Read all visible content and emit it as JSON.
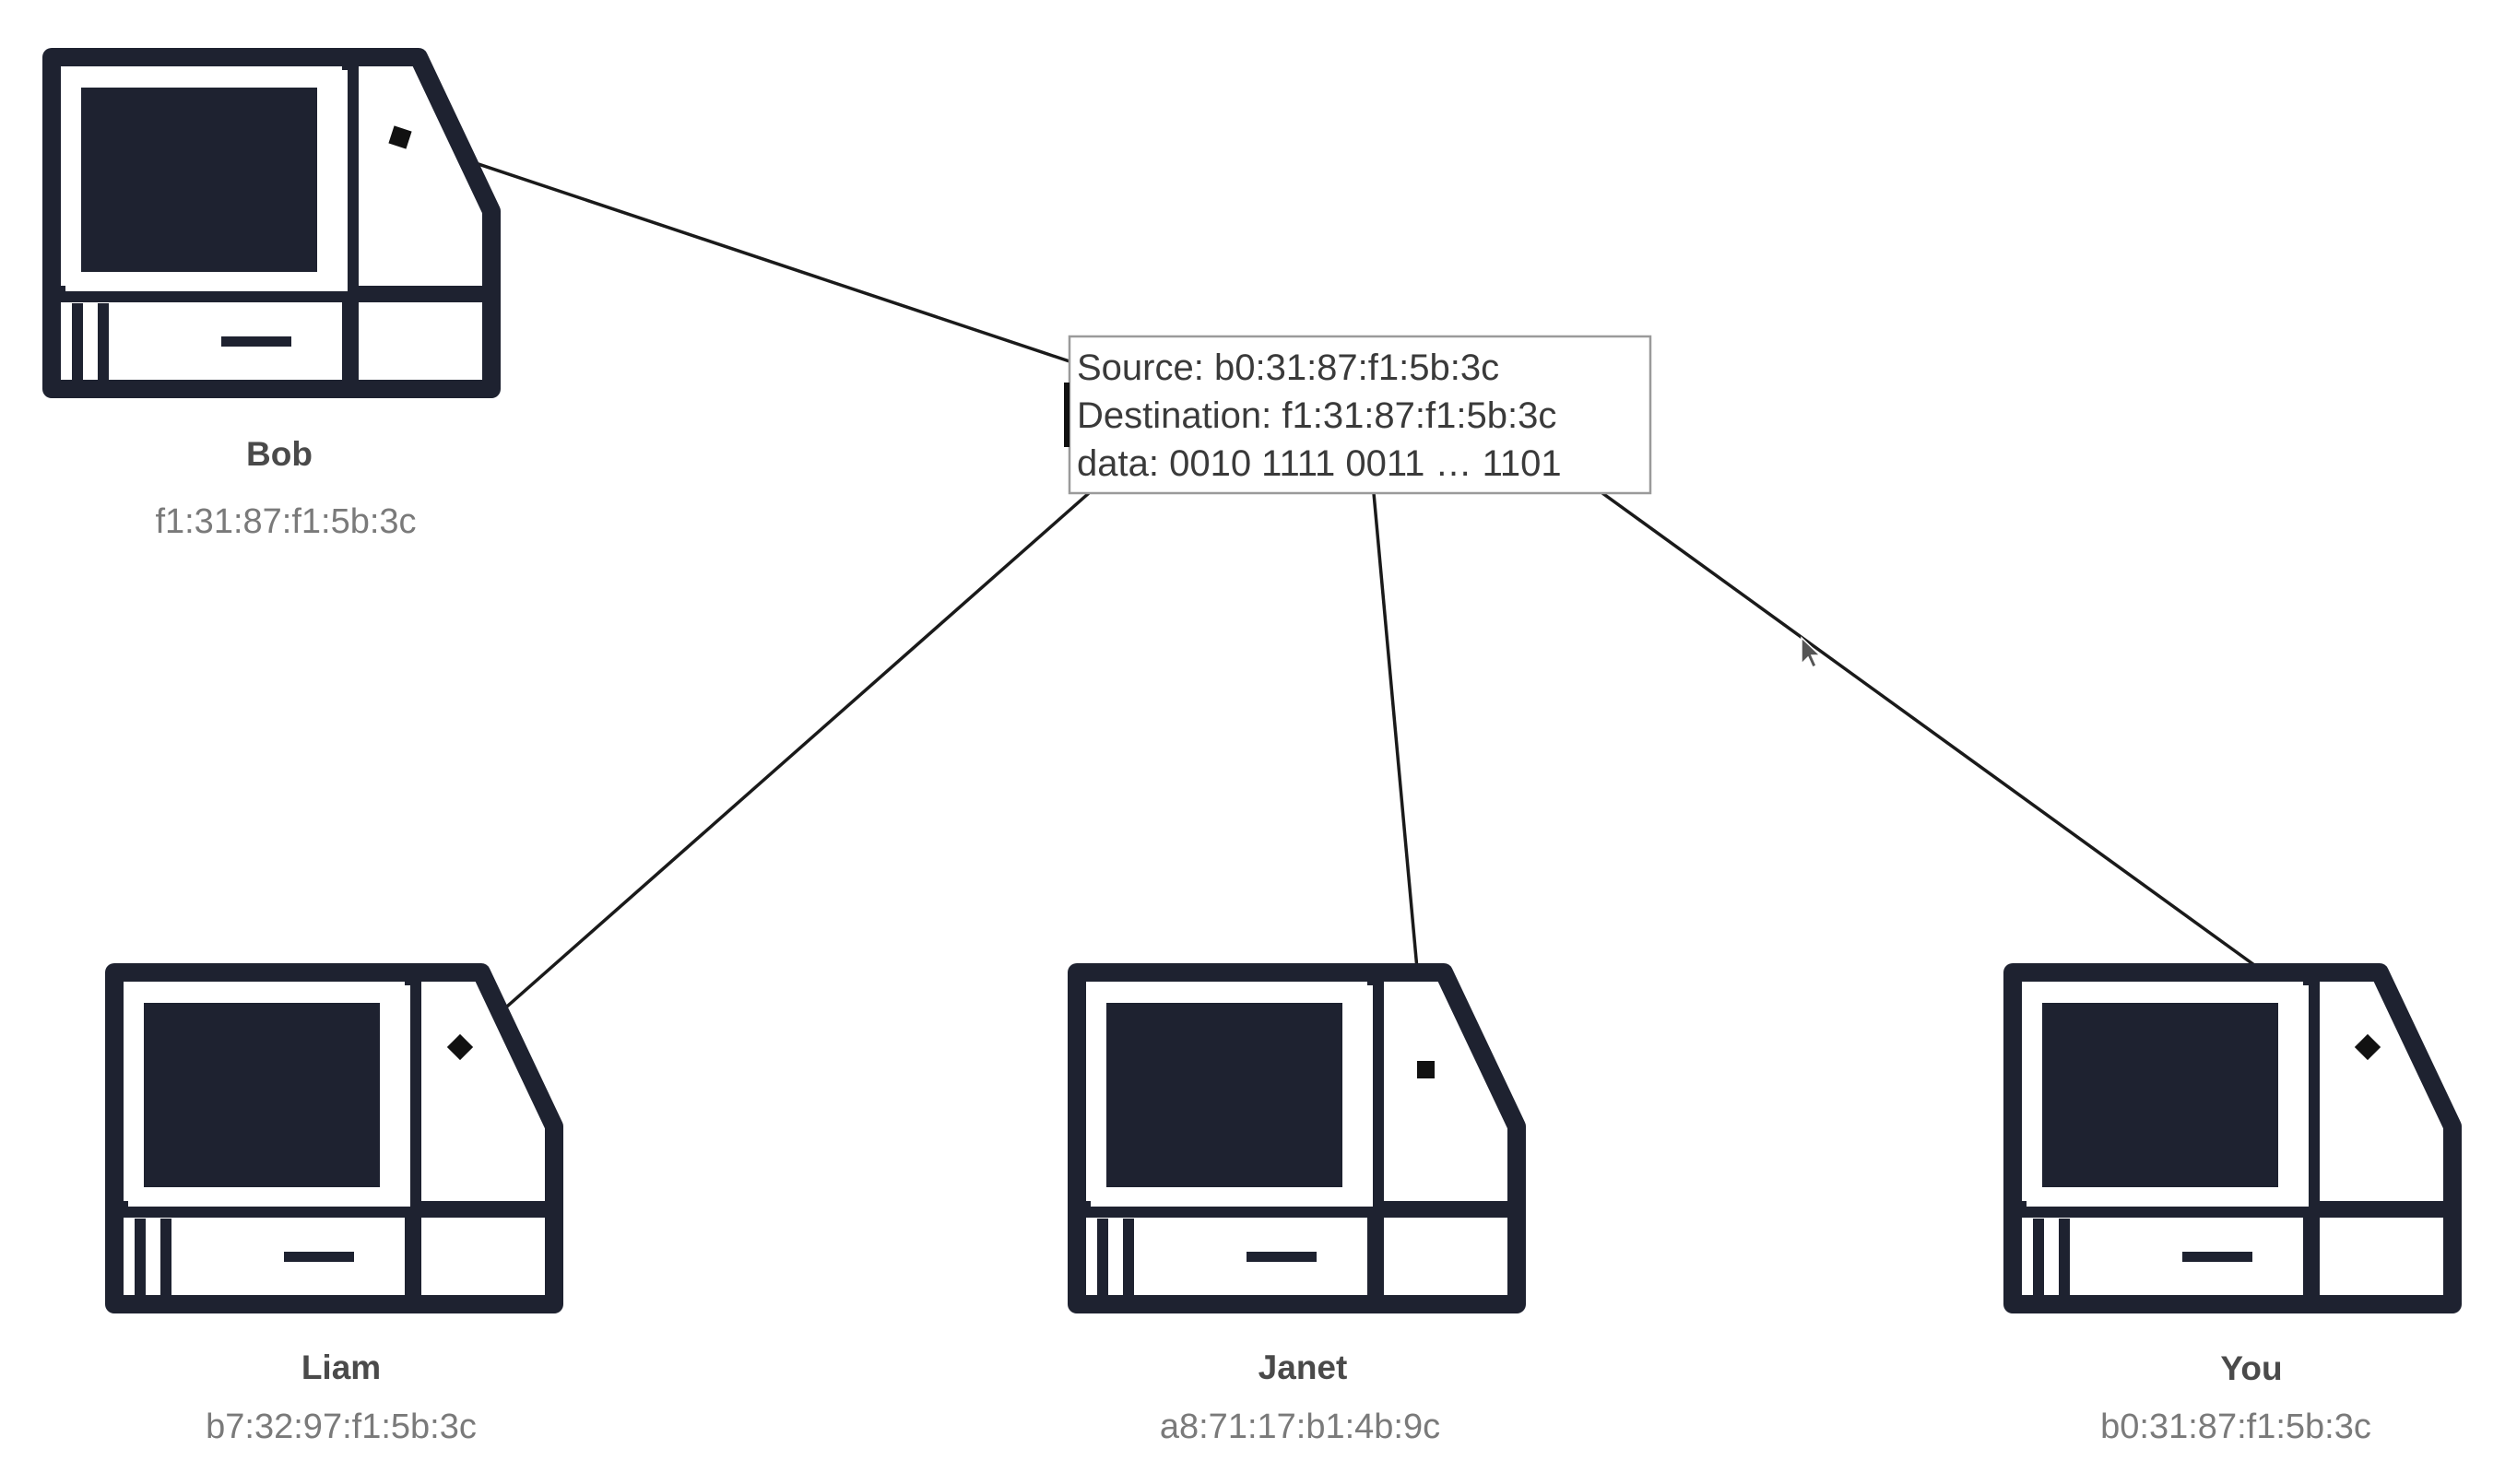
{
  "nodes": [
    {
      "id": "bob",
      "name": "Bob",
      "mac": "f1:31:87:f1:5b:3c",
      "icon": "computer-icon"
    },
    {
      "id": "liam",
      "name": "Liam",
      "mac": "b7:32:97:f1:5b:3c",
      "icon": "computer-icon"
    },
    {
      "id": "janet",
      "name": "Janet",
      "mac": "a8:71:17:b1:4b:9c",
      "icon": "computer-icon"
    },
    {
      "id": "you",
      "name": "You",
      "mac": "b0:31:87:f1:5b:3c",
      "icon": "computer-icon"
    }
  ],
  "packet": {
    "source": "Source: b0:31:87:f1:5b:3c",
    "destination": "Destination: f1:31:87:f1:5b:3c",
    "data": "data: 0010 1111 0011 … 1101"
  },
  "colors": {
    "icon": "#1e2230",
    "line": "#1a1a1a",
    "name_text": "#4a4a4a",
    "mac_text": "#7a7a7a"
  }
}
